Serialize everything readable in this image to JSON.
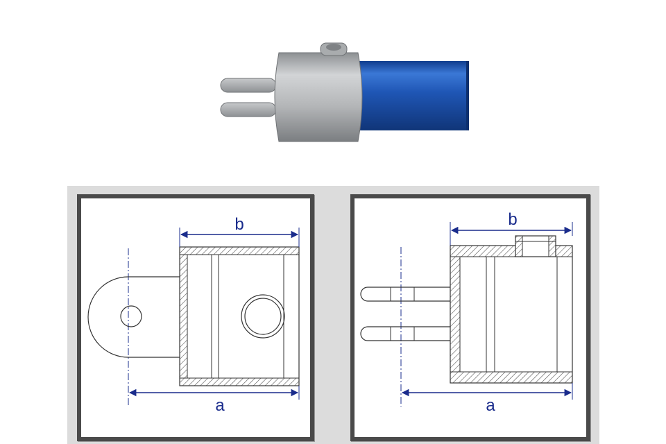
{
  "colors": {
    "pipe_blue": "#1f56b5",
    "fitting_silver": "#b9bbbd",
    "dimension_blue": "#1a2c8c",
    "outline": "#333333",
    "frame": "#4a4a4a",
    "panel": "#dcdcdc"
  },
  "drawings": {
    "top_view": {
      "dim_a": "a",
      "dim_b": "b"
    },
    "side_view": {
      "dim_a": "a",
      "dim_b": "b"
    }
  }
}
